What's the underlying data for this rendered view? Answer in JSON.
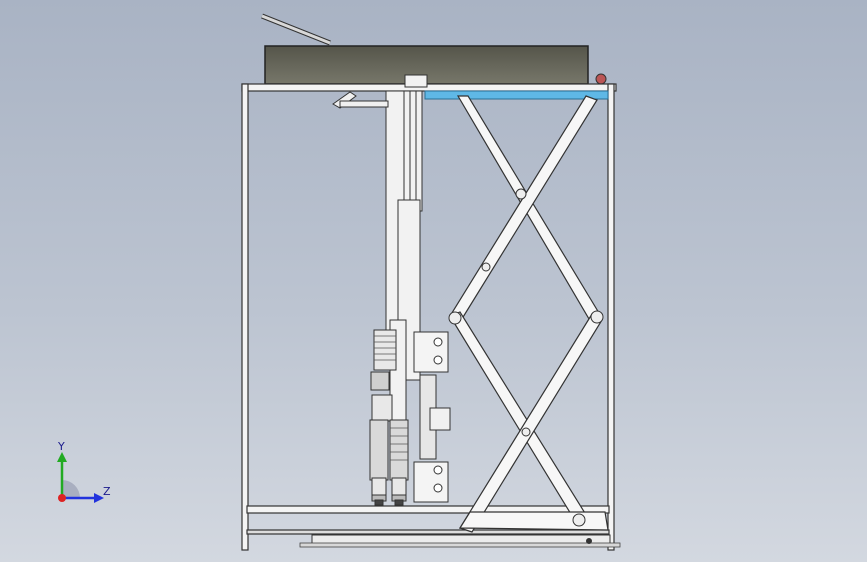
{
  "viewport": {
    "background_top": "#a9b3c4",
    "background_bottom": "#d3d8e0"
  },
  "model": {
    "description_icon": "cad-machine-side-view",
    "frame_color": "#ffffff",
    "tabletop_color": "#6b6b5c",
    "highlight_bar_color": "#5fb8e6",
    "edge_color": "#333333"
  },
  "triad": {
    "y_label": "Y",
    "z_label": "Z",
    "y_color": "#22aa22",
    "z_color": "#2233dd",
    "origin_color": "#dd2222"
  }
}
